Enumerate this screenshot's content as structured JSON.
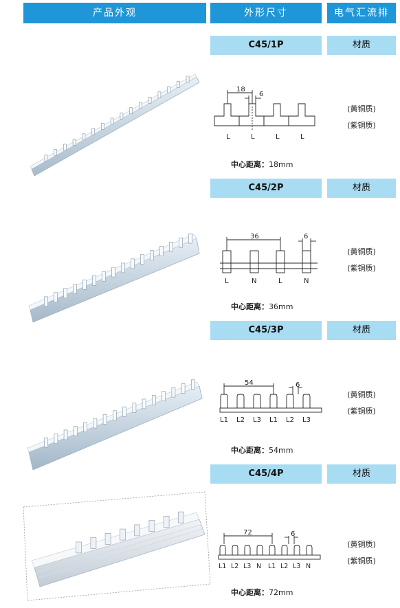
{
  "header": {
    "col1": "产品外观",
    "col2": "外形尺寸",
    "col3": "电气汇流排"
  },
  "material_label": "材质",
  "distance_label": "中心距离：",
  "materials": [
    "(黄铜质)",
    "(紫铜质)"
  ],
  "products": [
    {
      "model": "C45/1P",
      "distance": "18mm",
      "dim_pitch": "18",
      "dim_width": "6",
      "pin_labels": [
        "L",
        "L",
        "L",
        "L"
      ]
    },
    {
      "model": "C45/2P",
      "distance": "36mm",
      "dim_pitch": "36",
      "dim_width": "6",
      "pin_labels": [
        "L",
        "N",
        "L",
        "N"
      ]
    },
    {
      "model": "C45/3P",
      "distance": "54mm",
      "dim_pitch": "54",
      "dim_width": "6",
      "pin_labels": [
        "L1",
        "L2",
        "L3",
        "L1",
        "L2",
        "L3"
      ]
    },
    {
      "model": "C45/4P",
      "distance": "72mm",
      "dim_pitch": "72",
      "dim_width": "6",
      "pin_labels": [
        "L1",
        "L2",
        "L3",
        "N",
        "L1",
        "L2",
        "L3",
        "N"
      ]
    }
  ],
  "colors": {
    "header_bg": "#1f96d8",
    "subheader_bg": "#a8dcf3",
    "busbar_body": "#c9d9e7",
    "busbar_pin": "#eef3f7"
  }
}
